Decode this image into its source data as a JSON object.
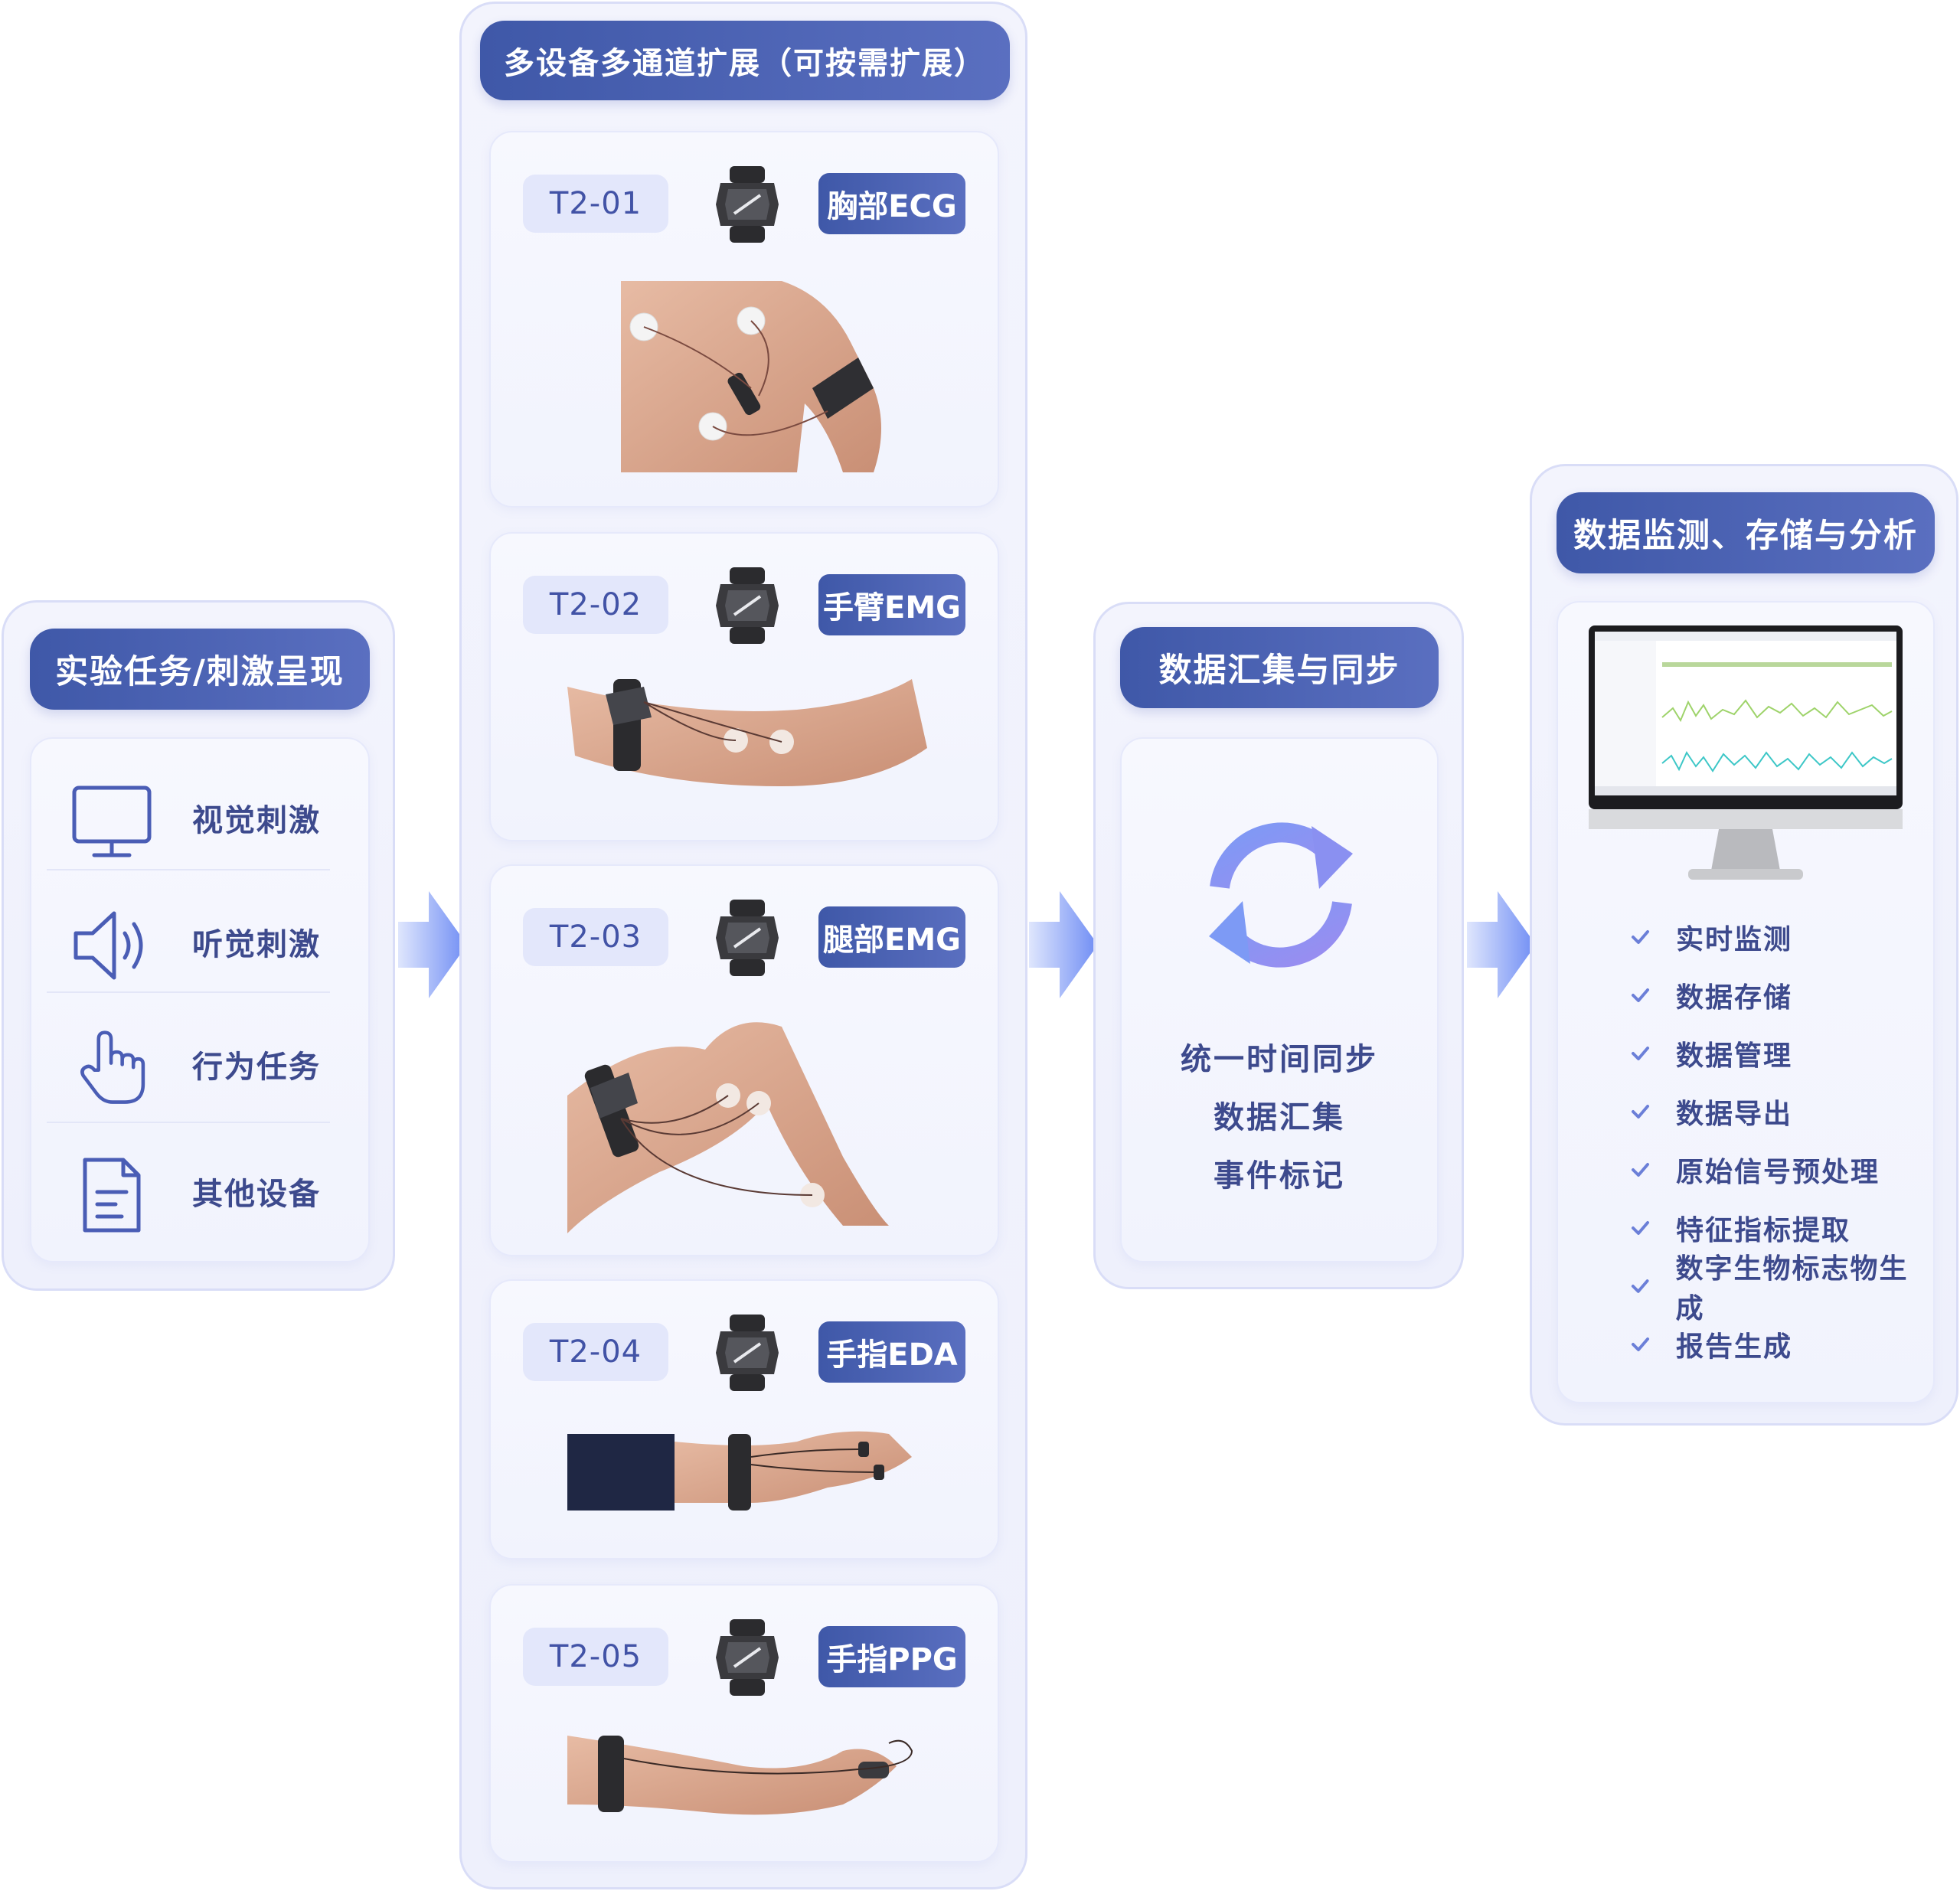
{
  "stimulus_panel": {
    "title": "实验任务/刺激呈现",
    "items": [
      {
        "label": "视觉刺激",
        "icon": "monitor-icon"
      },
      {
        "label": "听觉刺激",
        "icon": "speaker-icon"
      },
      {
        "label": "行为任务",
        "icon": "hand-pointer-icon"
      },
      {
        "label": "其他设备",
        "icon": "document-icon"
      }
    ]
  },
  "devices_panel": {
    "title": "多设备多通道扩展（可按需扩展）",
    "devices": [
      {
        "code": "T2-01",
        "label": "胸部ECG"
      },
      {
        "code": "T2-02",
        "label": "手臂EMG"
      },
      {
        "code": "T2-03",
        "label": "腿部EMG"
      },
      {
        "code": "T2-04",
        "label": "手指EDA"
      },
      {
        "code": "T2-05",
        "label": "手指PPG"
      }
    ]
  },
  "sync_panel": {
    "title": "数据汇集与同步",
    "lines": [
      "统一时间同步",
      "数据汇集",
      "事件标记"
    ]
  },
  "analysis_panel": {
    "title": "数据监测、存储与分析",
    "features": [
      "实时监测",
      "数据存储",
      "数据管理",
      "数据导出",
      "原始信号预处理",
      "特征指标提取",
      "数字生物标志物生成",
      "报告生成"
    ]
  },
  "colors": {
    "title_bg": "#4a62b4",
    "text": "#3d4a8d",
    "panel_border": "#d9ddf7",
    "arrow": "#6f8df4"
  }
}
